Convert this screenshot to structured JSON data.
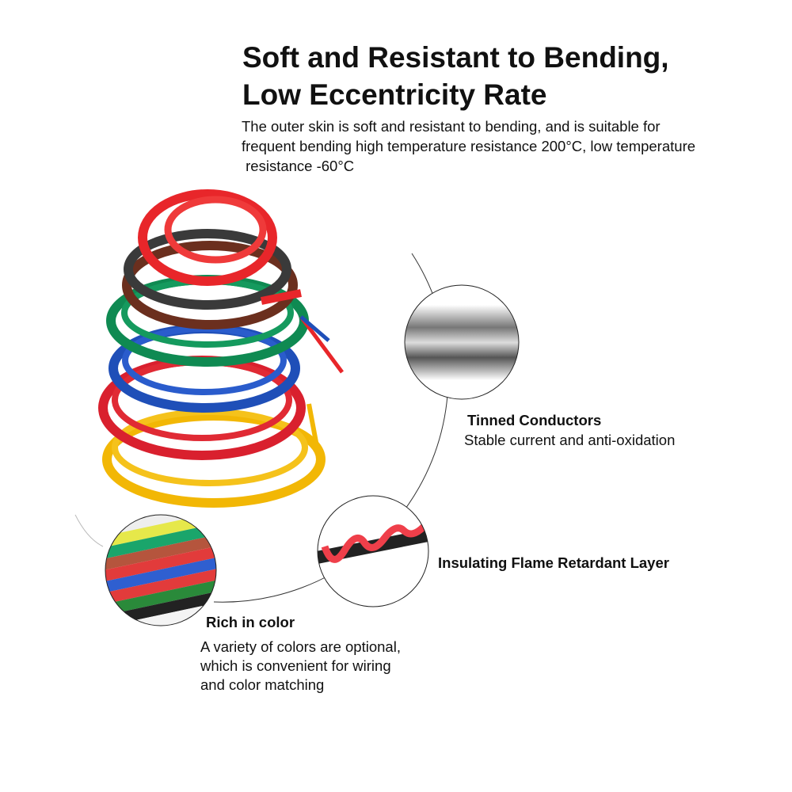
{
  "header": {
    "title_line1": "Soft and Resistant to Bending,",
    "title_line2": "Low Eccentricity Rate",
    "desc_line1": "The outer skin is soft and resistant to bending, and is suitable for",
    "desc_line2": "frequent bending high temperature resistance 200°C, low temperature",
    "desc_line3": " resistance -60°C"
  },
  "features": {
    "tinned": {
      "title": "Tinned Conductors",
      "desc": "Stable current and anti-oxidation"
    },
    "insulating": {
      "title": "Insulating Flame Retardant Layer"
    },
    "color": {
      "title": "Rich in color",
      "desc_line1": "A variety of colors are optional,",
      "desc_line2": "which is convenient for wiring",
      "desc_line3": "and color matching"
    }
  },
  "colors": {
    "red": "#e8262a",
    "black": "#3a3a3a",
    "brown": "#6b2f1e",
    "green": "#0f8a52",
    "blue": "#1f4fb8",
    "red2": "#d9202e",
    "yellow": "#f2b705"
  }
}
